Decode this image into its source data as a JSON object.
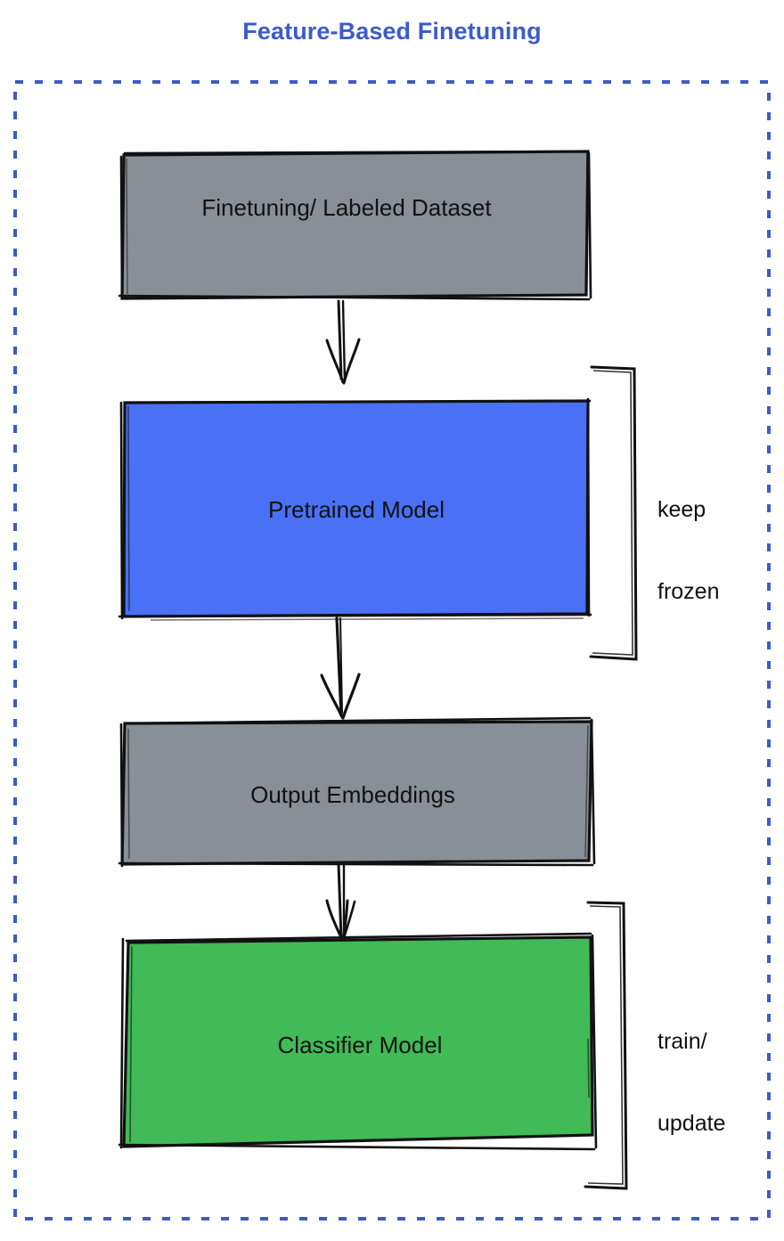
{
  "figure": {
    "title": "Feature-Based Finetuning",
    "title_color": "#3d5bc8",
    "background": "#ffffff",
    "outer_border": {
      "style": "dashed",
      "color": "#3d5bc8"
    }
  },
  "nodes": [
    {
      "id": "dataset",
      "label": "Finetuning/ Labeled Dataset",
      "fill": "#888f97",
      "stroke": "#000000"
    },
    {
      "id": "pretrained",
      "label": "Pretrained Model",
      "fill": "#4a70f5",
      "stroke": "#000000"
    },
    {
      "id": "embeddings",
      "label": "Output Embeddings",
      "fill": "#888f97",
      "stroke": "#000000"
    },
    {
      "id": "classifier",
      "label": "Classifier Model",
      "fill": "#40bb57",
      "stroke": "#000000"
    }
  ],
  "edges": [
    {
      "from": "dataset",
      "to": "pretrained",
      "arrow": "down-arrow"
    },
    {
      "from": "pretrained",
      "to": "embeddings",
      "arrow": "down-arrow"
    },
    {
      "from": "embeddings",
      "to": "classifier",
      "arrow": "down-arrow"
    }
  ],
  "annotations": [
    {
      "id": "keep-frozen",
      "target": "pretrained",
      "line1": "keep",
      "line2": "frozen",
      "bracket": "right-brace"
    },
    {
      "id": "train-update",
      "target": "classifier",
      "line1": "train/",
      "line2": "update",
      "bracket": "right-brace"
    }
  ]
}
